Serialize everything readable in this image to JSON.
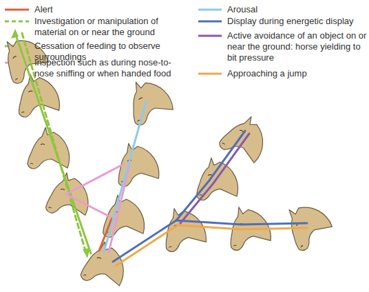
{
  "diagram": {
    "legend": [
      {
        "text": "Alert"
      },
      {
        "text": "Investigation or manipulation of material on or near the ground"
      },
      {
        "text": "Cessation of feeding to observe surroundings"
      },
      {
        "text": "Inspection such as during nose-to-nose sniffing or when handed food"
      },
      {
        "text": "Arousal"
      },
      {
        "text": "Display during energetic display"
      },
      {
        "text": "Active avoidance of an object on or near the ground: horse yielding to bit pressure"
      },
      {
        "text": "Approaching a jump"
      }
    ]
  }
}
